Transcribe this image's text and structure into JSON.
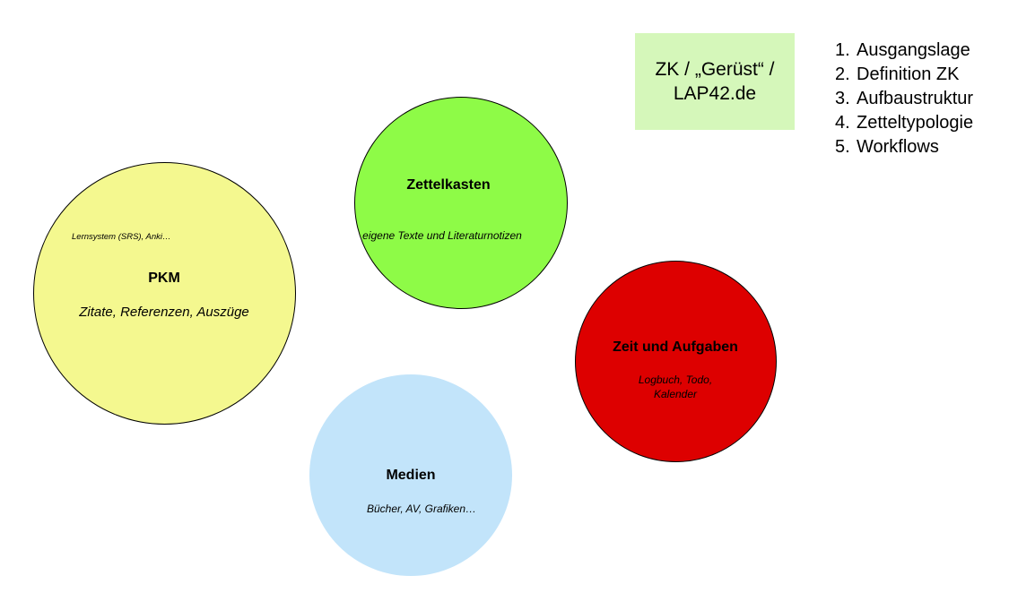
{
  "colors": {
    "pkm": "#f4f88f",
    "zettelkasten": "#8efb47",
    "zeit": "#dd0000",
    "medien": "#c2e4fa",
    "note_box": "#d5f7ba"
  },
  "circles": {
    "pkm": {
      "title": "PKM",
      "subtitle": "Zitate, Referenzen, Auszüge",
      "note": "Lernsystem (SRS), Anki…"
    },
    "zettelkasten": {
      "title": "Zettelkasten",
      "subtitle": "eigene Texte und Literaturnotizen"
    },
    "zeit": {
      "title": "Zeit und Aufgaben",
      "subtitle_line1": "Logbuch, Todo,",
      "subtitle_line2": "Kalender"
    },
    "medien": {
      "title": "Medien",
      "subtitle": "Bücher, AV, Grafiken…"
    }
  },
  "note_box": {
    "line1": "ZK / „Gerüst“ /",
    "line2": "LAP42.de"
  },
  "agenda": [
    {
      "num": "1.",
      "label": "Ausgangslage"
    },
    {
      "num": "2.",
      "label": "Definition ZK"
    },
    {
      "num": "3.",
      "label": "Aufbaustruktur"
    },
    {
      "num": "4.",
      "label": "Zetteltypologie"
    },
    {
      "num": "5.",
      "label": "Workflows"
    }
  ]
}
